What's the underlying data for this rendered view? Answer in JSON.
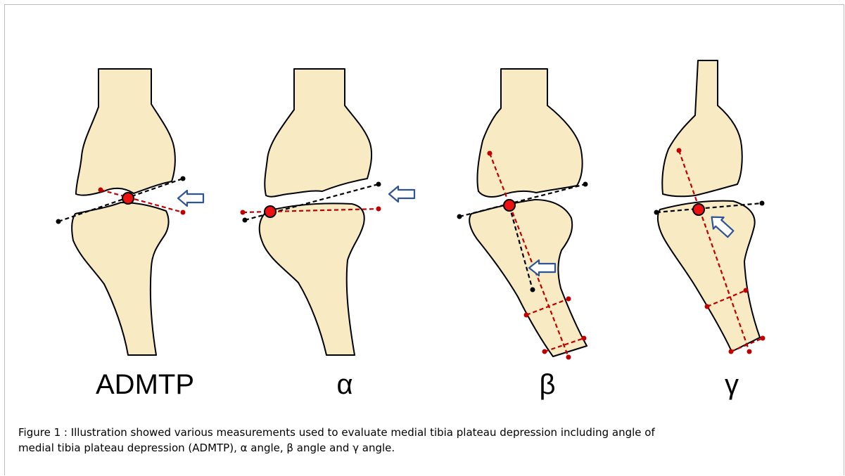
{
  "panels": [
    {
      "label": "ADMTP"
    },
    {
      "label": "α"
    },
    {
      "label": "β"
    },
    {
      "label": "γ"
    }
  ],
  "caption": {
    "line1": "Figure 1 : Illustration showed various measurements used to evaluate medial tibia plateau depression including angle of",
    "line2": "medial tibia plateau depression (ADMTP), α angle, β angle and γ angle."
  },
  "colors": {
    "bone_fill": "#f8ebc4",
    "measurement_red": "#c00000",
    "reference_black": "#000000",
    "center_point": "#ee1111",
    "arrow_outline": "#2f5496"
  }
}
